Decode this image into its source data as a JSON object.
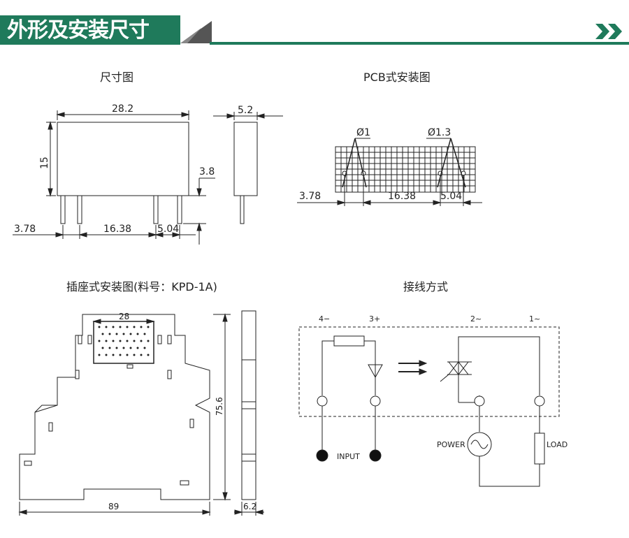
{
  "header": {
    "title": "外形及安装尺寸",
    "accent_color": "#1f7a5b",
    "arrow_icon": "double-chevron-right-icon"
  },
  "sections": {
    "dimension": {
      "title": "尺寸图",
      "labels": {
        "width": "28.2",
        "depth": "5.2",
        "height": "15",
        "pin_len": "3.8",
        "pin_a": "3.78",
        "pin_b": "16.38",
        "pin_c": "5.04"
      }
    },
    "pcb": {
      "title": "PCB式安装图",
      "labels": {
        "hole_a": "Ø1",
        "hole_b": "Ø1.3",
        "dim_a": "3.78",
        "dim_b": "16.38",
        "dim_c": "5.04"
      }
    },
    "socket": {
      "title": "插座式安装图(料号：KPD-1A)",
      "labels": {
        "top_width": "28",
        "height": "75.6",
        "width": "89",
        "depth": "6.2"
      }
    },
    "wiring": {
      "title": "接线方式",
      "labels": {
        "pin4": "4−",
        "pin3": "3+",
        "pin2": "2~",
        "pin1": "1~",
        "input": "INPUT",
        "power": "POWER",
        "load": "LOAD"
      }
    }
  }
}
